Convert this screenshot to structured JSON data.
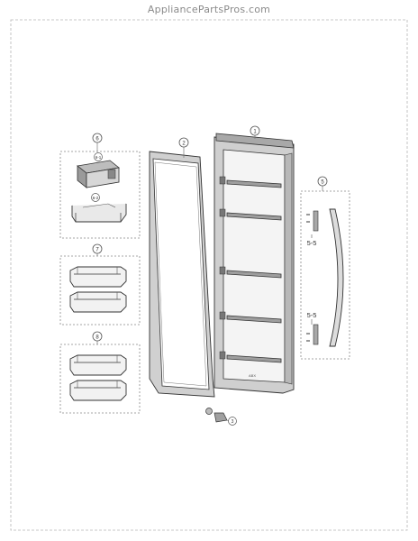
{
  "watermark": "AppliancePartsPros.com",
  "callouts": {
    "door_gasket": "2",
    "door_assembly": "1",
    "top_bin_group": "6",
    "cover_part": "6-1",
    "guard_part": "6-2",
    "middle_bin_group": "7",
    "lower_bin_group": "8",
    "handle_group": "5",
    "hinge_part": "3"
  },
  "labels": {
    "handle_screw_upper": "5-5",
    "handle_screw_lower": "5-5",
    "door_logo": "ABX"
  }
}
